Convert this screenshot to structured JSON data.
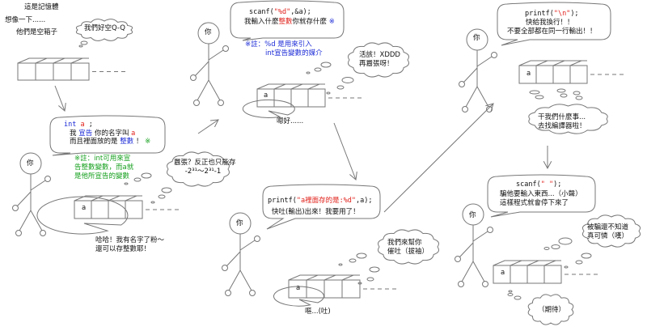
{
  "title": "這是記憶體",
  "panel1": {
    "imagine": "想像一下......",
    "empty_boxes": "他們是空箱子",
    "boxes_thought": "我們好空Q-Q",
    "declare_code_kw": "int",
    "declare_code_var": "a",
    "declare_code_end": ";",
    "declare_l2_a": "我",
    "declare_l2_b": "宣告",
    "declare_l2_c": "你的名字叫",
    "declare_l2_d": "a",
    "declare_l3_a": "而且裡面放的是",
    "declare_l3_b": "整數",
    "declare_l3_c": "！",
    "declare_l3_d": "※",
    "note": [
      "※註：int可用來宣",
      "告整數變數，而a就",
      "是他所宣告的變數"
    ],
    "you": "你",
    "box_label": "a",
    "thought_l1": "囂張？反正也只能存",
    "thought_l2": "-2³¹～2³¹-1",
    "box_speech": [
      "哈哈！我有名字了粉～",
      "還可以存整數耶！"
    ]
  },
  "panel2": {
    "code_a": "scanf(",
    "code_b": "\"%d\"",
    "code_c": ",&a);",
    "l2_a": "我輸入什麼",
    "l2_b": "整數",
    "l2_c": "你就存什麼",
    "l2_d": "※",
    "note": [
      "※註：%d 是用來引入",
      "int宣告變數的媒介"
    ],
    "you": "你",
    "box_label": "a",
    "thought": [
      "活該！XDDD",
      "再囂張呀！"
    ],
    "box_speech": "嗯好......"
  },
  "panel3": {
    "code_a": "printf(",
    "code_b": "\"a裡面存的是:%d\"",
    "code_c": ",a);",
    "l2": "快吐(輸出)出來！我要用了！",
    "you": "你",
    "box_label": "a",
    "thought": [
      "我們來幫你",
      "催吐（拔袖）"
    ],
    "box_speech": "嘔...(吐)"
  },
  "panel4": {
    "code_a": "printf(",
    "code_b": "\"\\n\"",
    "code_c": ");",
    "l2": "快給我換行！！",
    "l3": "不要全部都在同一行輸出！！",
    "you": "你",
    "box_label": "a",
    "thought": [
      "干我們什麼事...",
      "去找編譯器啦！"
    ]
  },
  "panel5": {
    "code_a": "scanf(",
    "code_b": "\" \"",
    "code_c": ");",
    "l2": "騙他要輸入東西...（小聲）",
    "l3": "這樣程式就會停下來了",
    "you": "你",
    "box_label": "a",
    "thought": [
      "被騙還不知道",
      "真可憐（嘆）"
    ],
    "box_speech": "（期待）"
  },
  "colors": {
    "keyword": "#1c2bd6",
    "highlight": "#e0201a",
    "note_green": "#16a01e"
  }
}
